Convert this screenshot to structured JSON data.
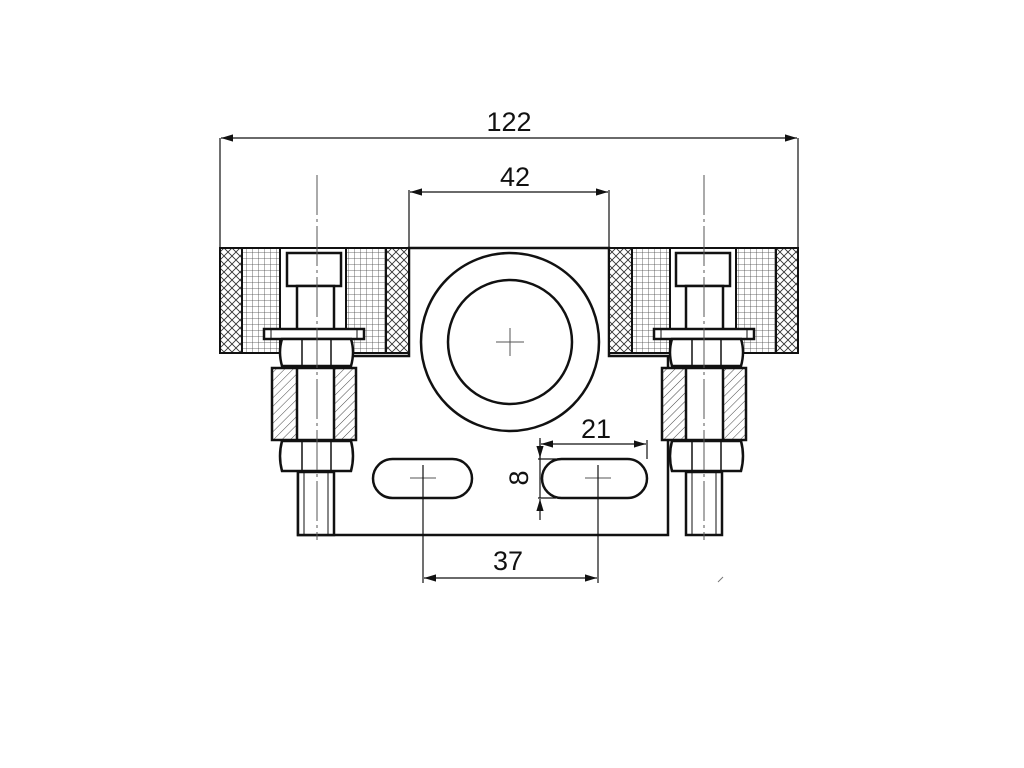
{
  "dimensions": {
    "overall_width": "122",
    "center_width": "42",
    "slot_pitch": "37",
    "slot_length": "21",
    "slot_width": "8"
  }
}
